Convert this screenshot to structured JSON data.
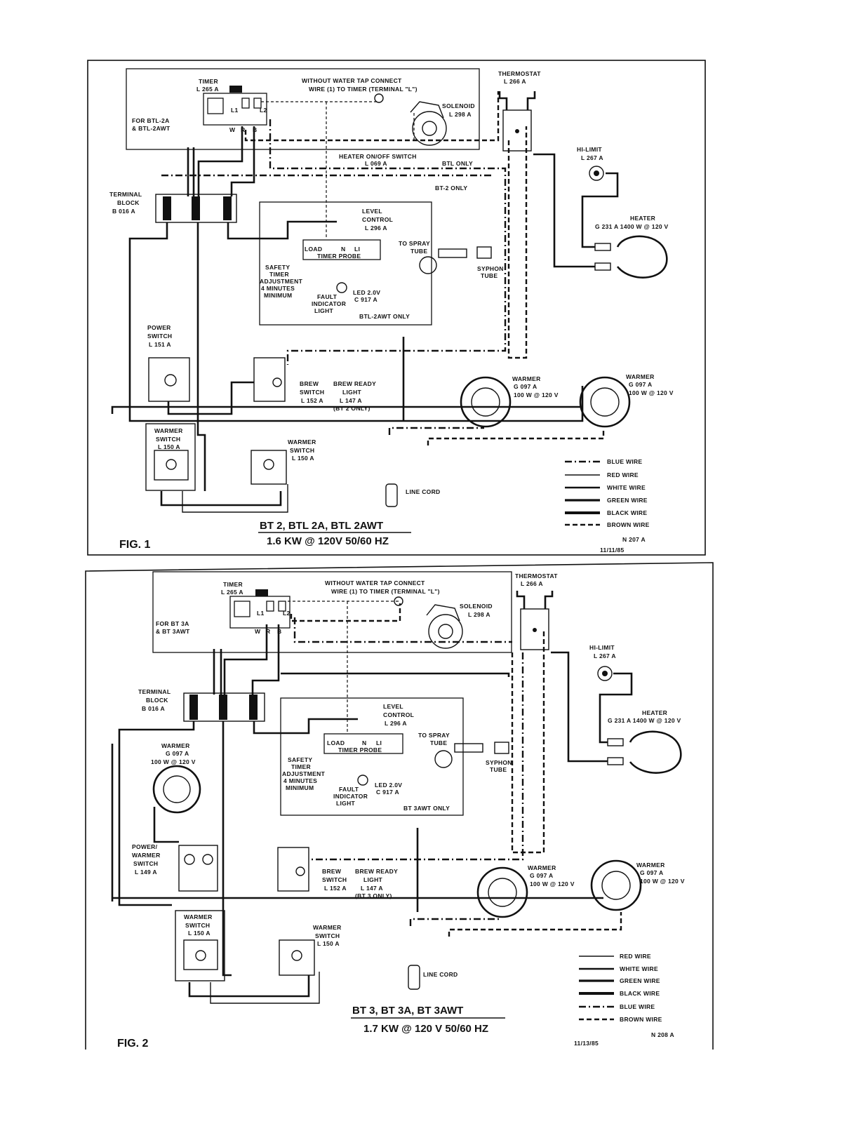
{
  "fig1": {
    "fig_label": "FIG. 1",
    "title": "BT 2,  BTL 2A,  BTL 2AWT",
    "rating": "1.6 KW @  120V  50/60 HZ",
    "drawing_no": "N 207 A",
    "date": "11/11/85",
    "timer": [
      "TIMER",
      "L 265 A"
    ],
    "timer_terms": [
      "L1",
      "L2",
      "W",
      "R",
      "B"
    ],
    "water_tap_note": [
      "WITHOUT  WATER  TAP  CONNECT",
      "WIRE (1) TO  TIMER  (TERMINAL \"L\")"
    ],
    "for_models": [
      "FOR  BTL-2A",
      "& BTL-2AWT"
    ],
    "solenoid": [
      "SOLENOID",
      "L 298 A"
    ],
    "thermostat": [
      "THERMOSTAT",
      "L 266 A"
    ],
    "hi_limit": [
      "HI-LIMIT",
      "L 267 A"
    ],
    "heater_switch": [
      "HEATER ON/OFF SWITCH",
      "L 069 A"
    ],
    "btl_only": "BTL  ONLY",
    "bt2_only": "BT-2 ONLY",
    "terminal_block": [
      "TERMINAL",
      "BLOCK",
      "B 016 A"
    ],
    "heater": [
      "HEATER",
      "G 231 A  1400 W @  120 V"
    ],
    "level_control": [
      "LEVEL",
      "CONTROL",
      "L 296 A"
    ],
    "level_terms": [
      "LOAD",
      "N",
      "LI",
      "TIMER PROBE"
    ],
    "spray_tube": [
      "TO SPRAY",
      "TUBE"
    ],
    "syphon_tube": [
      "SYPHON",
      "TUBE"
    ],
    "safety_timer": [
      "SAFETY",
      "TIMER",
      "ADJUSTMENT",
      "4 MINUTES",
      "MINIMUM"
    ],
    "fault_light": [
      "FAULT",
      "INDICATOR",
      "LIGHT"
    ],
    "led": [
      "LED 2.0V",
      "C 917 A"
    ],
    "awt_only": "BTL-2AWT  ONLY",
    "power_switch": [
      "POWER",
      "SWITCH",
      "L 151 A"
    ],
    "brew_switch": [
      "BREW",
      "SWITCH",
      "L 152 A"
    ],
    "brew_ready": [
      "BREW READY",
      "LIGHT",
      "L 147 A",
      "(BT 2 ONLY)"
    ],
    "warmer_switch_a": [
      "WARMER",
      "SWITCH",
      "L 150 A"
    ],
    "warmer_switch_b": [
      "WARMER",
      "SWITCH",
      "L 150 A"
    ],
    "warmer_a": [
      "WARMER",
      "G 097 A",
      "100 W @  120 V"
    ],
    "warmer_b": [
      "WARMER",
      "G 097 A",
      "100 W @  120 V"
    ],
    "line_cord": "LINE  CORD",
    "legend": [
      "BLUE  WIRE",
      "RED  WIRE",
      "WHITE  WIRE",
      "GREEN  WIRE",
      "BLACK  WIRE",
      "BROWN  WIRE"
    ]
  },
  "fig2": {
    "fig_label": "FIG. 2",
    "title": "BT 3,   BT 3A,   BT 3AWT",
    "rating": "1.7 KW  @  120 V  50/60 HZ",
    "drawing_no": "N 208 A",
    "date": "11/13/85",
    "timer": [
      "TIMER",
      "L 265 A"
    ],
    "timer_terms": [
      "L1",
      "L2",
      "W",
      "R",
      "B"
    ],
    "water_tap_note": [
      "WITHOUT  WATER  TAP  CONNECT",
      "WIRE (1) TO  TIMER  (TERMINAL \"L\")"
    ],
    "for_models": [
      "FOR  BT 3A",
      "& BT 3AWT"
    ],
    "solenoid": [
      "SOLENOID",
      "L 298 A"
    ],
    "thermostat": [
      "THERMOSTAT",
      "L 266 A"
    ],
    "hi_limit": [
      "HI-LIMIT",
      "L 267 A"
    ],
    "terminal_block": [
      "TERMINAL",
      "BLOCK",
      "B 016 A"
    ],
    "heater": [
      "HEATER",
      "G 231 A  1400 W @  120 V"
    ],
    "level_control": [
      "LEVEL",
      "CONTROL",
      "L 296 A"
    ],
    "level_terms": [
      "LOAD",
      "N",
      "LI",
      "TIMER PROBE"
    ],
    "spray_tube": [
      "TO SPRAY",
      "TUBE"
    ],
    "syphon_tube": [
      "SYPHON",
      "TUBE"
    ],
    "safety_timer": [
      "SAFETY",
      "TIMER",
      "ADJUSTMENT",
      "4 MINUTES",
      "MINIMUM"
    ],
    "fault_light": [
      "FAULT",
      "INDICATOR",
      "LIGHT"
    ],
    "led": [
      "LED 2.0V",
      "C 917 A"
    ],
    "awt_only": "BT 3AWT  ONLY",
    "warmer_top": [
      "WARMER",
      "G 097 A",
      "100 W @  120 V"
    ],
    "power_warmer_switch": [
      "POWER/",
      "WARMER",
      "SWITCH",
      "L 149 A"
    ],
    "brew_switch": [
      "BREW",
      "SWITCH",
      "L 152 A"
    ],
    "brew_ready": [
      "BREW READY",
      "LIGHT",
      "L 147 A",
      "(BT 3 ONLY)"
    ],
    "warmer_switch_a": [
      "WARMER",
      "SWITCH",
      "L 150 A"
    ],
    "warmer_switch_b": [
      "WARMER",
      "SWITCH",
      "L 150 A"
    ],
    "warmer_a": [
      "WARMER",
      "G 097 A",
      "100 W @  120 V"
    ],
    "warmer_b": [
      "WARMER",
      "G 097 A",
      "100 W @  120 V"
    ],
    "line_cord": "LINE  CORD",
    "legend": [
      "RED  WIRE",
      "WHITE  WIRE",
      "GREEN  WIRE",
      "BLACK  WIRE",
      "BLUE  WIRE",
      "BROWN  WIRE"
    ]
  }
}
